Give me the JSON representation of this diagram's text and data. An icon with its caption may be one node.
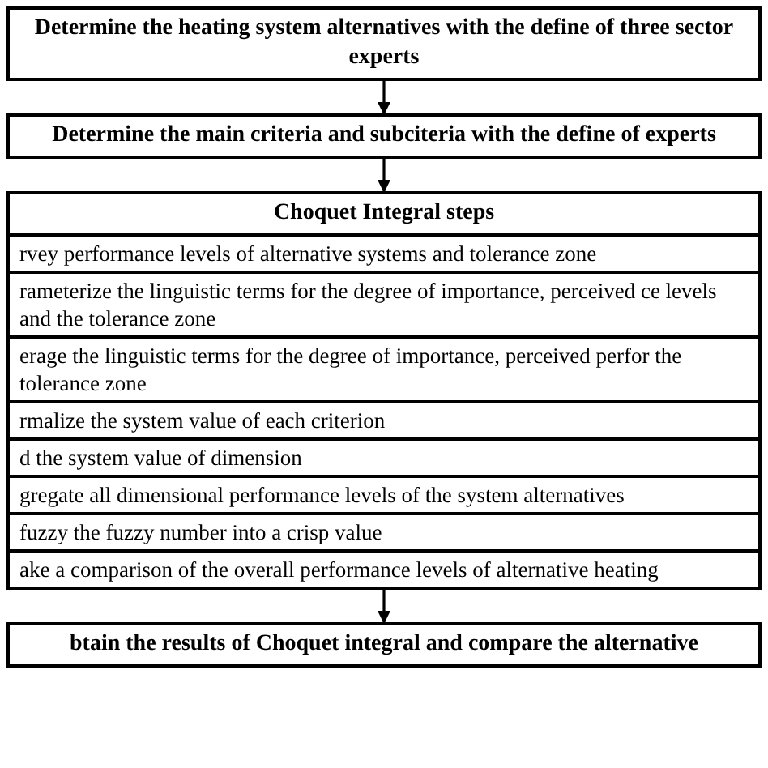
{
  "diagram": {
    "nodes": [
      {
        "text": [
          "Determine the heating system alternatives with the define of three sector experts"
        ]
      },
      {
        "text": [
          "Determine the main criteria and subciteria with the define of experts"
        ]
      },
      {
        "text": [
          "Choquet Integral steps"
        ]
      },
      {
        "text": [
          "rvey performance levels of alternative systems and tolerance zone"
        ],
        "in": 2
      },
      {
        "text": [
          "rameterize the linguistic terms for the degree of importance, perceived ce levels and the tolerance zone"
        ],
        "in": 2
      },
      {
        "text": [
          "erage the linguistic terms for the degree of importance, perceived perfor the tolerance zone"
        ],
        "in": 2
      },
      {
        "text": [
          "rmalize the system value of each criterion"
        ],
        "in": 2
      },
      {
        "text": [
          "d the system value of dimension"
        ],
        "in": 2
      },
      {
        "text": [
          "gregate all dimensional performance levels of the system alternatives"
        ],
        "in": 2
      },
      {
        "text": [
          "fuzzy the fuzzy number into a crisp value"
        ],
        "in": 2
      },
      {
        "text": [
          "ake a comparison of the overall performance levels of alternative heating"
        ],
        "in": 2
      },
      {
        "text": [
          "btain the results of Choquet integral and compare the alternative"
        ]
      }
    ],
    "edges": [
      {
        "from": 0,
        "to": 1,
        "arrow": "to"
      },
      {
        "from": 1,
        "to": 2,
        "arrow": "to"
      },
      {
        "from": 2,
        "to": 11,
        "arrow": "to"
      }
    ]
  }
}
